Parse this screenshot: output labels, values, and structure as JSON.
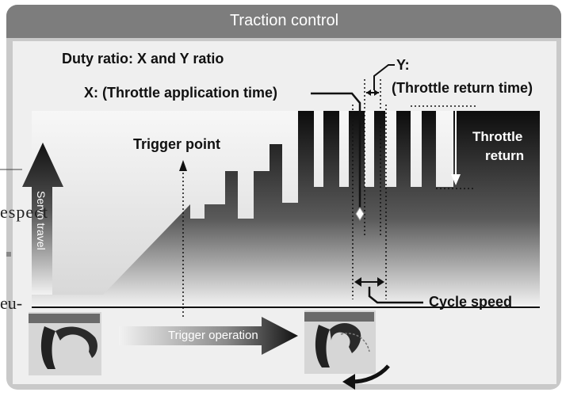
{
  "header": {
    "title": "Traction control"
  },
  "labels": {
    "duty_ratio": "Duty ratio: X and Y ratio",
    "x_label": "X: (Throttle application time)",
    "y_label": "Y:",
    "y_desc": "(Throttle return time)",
    "trigger_point": "Trigger point",
    "throttle_return_1": "Throttle",
    "throttle_return_2": "return",
    "servo_travel": "Servo travel",
    "cycle_speed": "Cycle speed",
    "trigger_operation": "Trigger operation"
  },
  "stray_text": {
    "left_1": "espect",
    "left_2": "eu-"
  },
  "colors": {
    "frame": "#c9c9c9",
    "header": "#7d7d7d",
    "panel": "#efefef",
    "dark": "#1a1a1a"
  },
  "icons": [
    "servo-arrow-up-icon",
    "trigger-hand-icon",
    "trigger-hand-pulled-icon",
    "trigger-operation-arrow-icon",
    "return-arrow-icon"
  ]
}
